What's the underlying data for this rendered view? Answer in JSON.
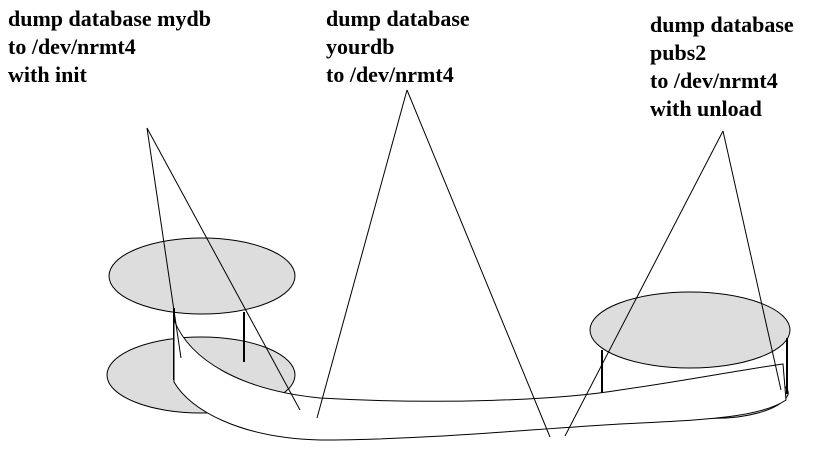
{
  "labels": [
    {
      "lines": [
        "dump database mydb",
        "to /dev/nrmt4",
        "with init"
      ]
    },
    {
      "lines": [
        "dump database",
        "yourdb",
        "to /dev/nrmt4"
      ]
    },
    {
      "lines": [
        "dump database",
        "pubs2",
        "to /dev/nrmt4",
        "with unload"
      ]
    }
  ],
  "colors": {
    "disk_fill": "#dddddd",
    "tape_fill": "#ffffff",
    "stroke": "#000000"
  }
}
